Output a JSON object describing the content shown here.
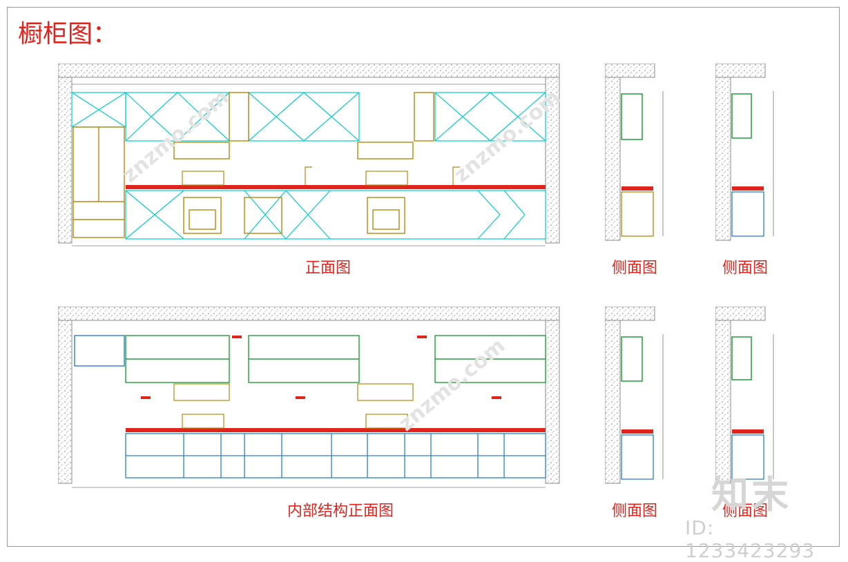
{
  "title": "橱柜图：",
  "captions": {
    "front": "正面图",
    "internal": "内部结构正面图",
    "side_1": "侧面图",
    "side_2": "侧面图",
    "side_3": "侧面图",
    "side_4": "侧面图"
  },
  "brand": "知末",
  "image_id": "ID: 1233423293",
  "watermark": "znzmo.com",
  "colors": {
    "accent": "#e0231c",
    "cabinet": "#00cccc",
    "appliance": "#b8860b",
    "interior": "#1f9d3a",
    "base_interior": "#2a7fc0",
    "wall": "#999999"
  }
}
